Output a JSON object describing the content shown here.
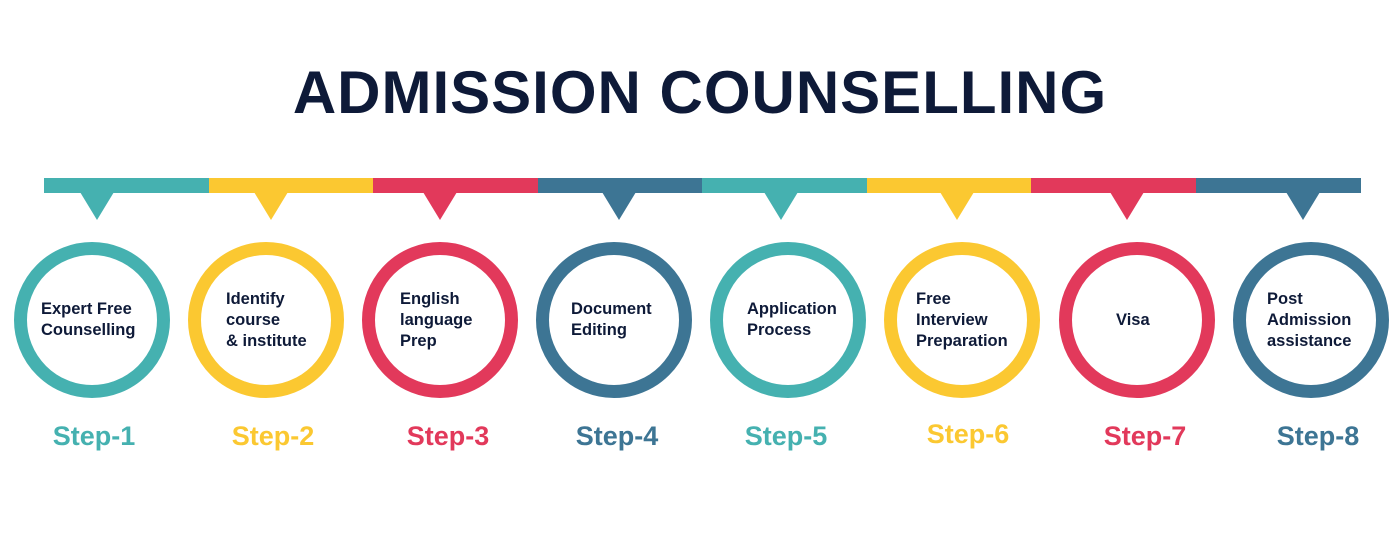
{
  "title": "ADMISSION COUNSELLING",
  "colors": {
    "teal": "#45b1b0",
    "yellow": "#fbc831",
    "red": "#e2395b",
    "blue": "#3d7594",
    "title": "#0e1a38"
  },
  "steps": [
    {
      "label": "Step-1",
      "text": "Expert Free\nCounselling",
      "color": "#45b1b0"
    },
    {
      "label": "Step-2",
      "text": "Identify\ncourse\n& institute",
      "color": "#fbc831"
    },
    {
      "label": "Step-3",
      "text": "English\nlanguage\nPrep",
      "color": "#e2395b"
    },
    {
      "label": "Step-4",
      "text": "Document\nEditing",
      "color": "#3d7594"
    },
    {
      "label": "Step-5",
      "text": "Application\nProcess",
      "color": "#45b1b0"
    },
    {
      "label": "Step-6",
      "text": "Free\nInterview\nPreparation",
      "color": "#fbc831"
    },
    {
      "label": "Step-7",
      "text": "Visa",
      "color": "#e2395b"
    },
    {
      "label": "Step-8",
      "text": "Post\nAdmission\nassistance",
      "color": "#3d7594"
    }
  ]
}
